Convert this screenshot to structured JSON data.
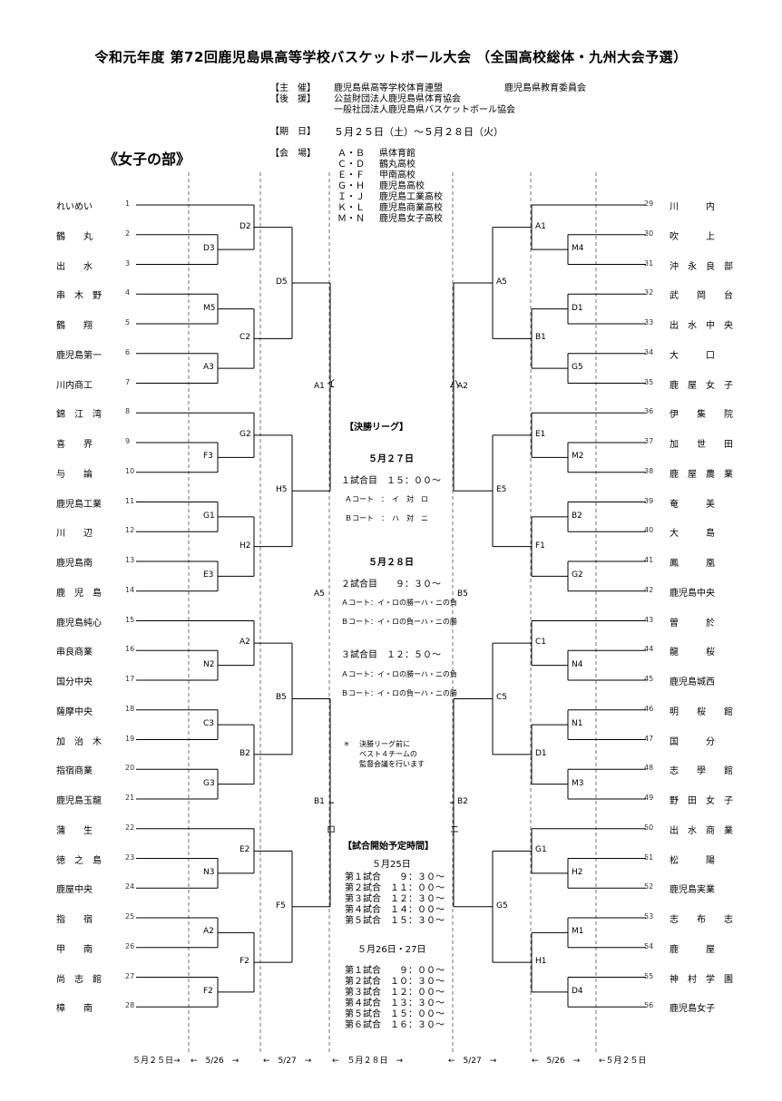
{
  "title": "令和元年度 第72回鹿児島県高等学校バスケットボール大会 （全国高校総体・九州大会予選）",
  "organizers": {
    "host_label": "【主　催】",
    "host_1": "鹿児島県高等学校体育連盟",
    "host_2": "鹿児島県教育委員会",
    "support_label": "【後　援】",
    "support_1": "公益財団法人鹿児島県体育協会",
    "support_2": "一般社団法人鹿児島県バスケットボール協会"
  },
  "period": {
    "label": "【期　日】",
    "value": "５月２５日（土）～５月２８日（火）"
  },
  "venues": {
    "label": "【会　場】",
    "items": [
      {
        "courts": "Ａ・Ｂ",
        "name": "県体育館"
      },
      {
        "courts": "Ｃ・Ｄ",
        "name": "鶴丸高校"
      },
      {
        "courts": "Ｅ・Ｆ",
        "name": "甲南高校"
      },
      {
        "courts": "Ｇ・Ｈ",
        "name": "鹿児島高校"
      },
      {
        "courts": "Ｉ・Ｊ",
        "name": "鹿児島工業高校"
      },
      {
        "courts": "Ｋ・Ｌ",
        "name": "鹿児島商業高校"
      },
      {
        "courts": "Ｍ・Ｎ",
        "name": "鹿児島女子高校"
      }
    ]
  },
  "section_title": "《女子の部》",
  "left_teams": [
    {
      "name": "れいめい",
      "seed": "1"
    },
    {
      "name": "鶴　　丸",
      "seed": "2"
    },
    {
      "name": "出　　水",
      "seed": "3"
    },
    {
      "name": "串　木　野",
      "seed": "4"
    },
    {
      "name": "鶴　　翔",
      "seed": "5"
    },
    {
      "name": "鹿児島第一",
      "seed": "6"
    },
    {
      "name": "川内商工",
      "seed": "7"
    },
    {
      "name": "錦　江　湾",
      "seed": "8"
    },
    {
      "name": "喜　　界",
      "seed": "9"
    },
    {
      "name": "与　　論",
      "seed": "10"
    },
    {
      "name": "鹿児島工業",
      "seed": "11"
    },
    {
      "name": "川　　辺",
      "seed": "12"
    },
    {
      "name": "鹿児島南",
      "seed": "13"
    },
    {
      "name": "鹿　児　島",
      "seed": "14"
    },
    {
      "name": "鹿児島純心",
      "seed": "15"
    },
    {
      "name": "串良商業",
      "seed": "16"
    },
    {
      "name": "国分中央",
      "seed": "17"
    },
    {
      "name": "薩摩中央",
      "seed": "18"
    },
    {
      "name": "加　治　木",
      "seed": "19"
    },
    {
      "name": "指宿商業",
      "seed": "20"
    },
    {
      "name": "鹿児島玉龍",
      "seed": "21"
    },
    {
      "name": "蒲　　生",
      "seed": "22"
    },
    {
      "name": "徳　之　島",
      "seed": "23"
    },
    {
      "name": "鹿屋中央",
      "seed": "24"
    },
    {
      "name": "指　　宿",
      "seed": "25"
    },
    {
      "name": "甲　　南",
      "seed": "26"
    },
    {
      "name": "尚　志　館",
      "seed": "27"
    },
    {
      "name": "樟　　南",
      "seed": "28"
    }
  ],
  "right_teams": [
    {
      "name": "川　　　内",
      "seed": "29"
    },
    {
      "name": "吹　　　上",
      "seed": "30"
    },
    {
      "name": "沖　永　良　部",
      "seed": "31"
    },
    {
      "name": "武　　岡　　台",
      "seed": "32"
    },
    {
      "name": "出　水　中　央",
      "seed": "33"
    },
    {
      "name": "大　　　口",
      "seed": "34"
    },
    {
      "name": "鹿　屋　女　子",
      "seed": "35"
    },
    {
      "name": "伊　　集　　院",
      "seed": "36"
    },
    {
      "name": "加　　世　　田",
      "seed": "37"
    },
    {
      "name": "鹿　屋　農　業",
      "seed": "38"
    },
    {
      "name": "奄　　　美",
      "seed": "39"
    },
    {
      "name": "大　　　島",
      "seed": "40"
    },
    {
      "name": "鳳　　　凰",
      "seed": "41"
    },
    {
      "name": "鹿児島中央",
      "seed": "42"
    },
    {
      "name": "曽　　　於",
      "seed": "43"
    },
    {
      "name": "龍　　　桜",
      "seed": "44"
    },
    {
      "name": "鹿児島城西",
      "seed": "45"
    },
    {
      "name": "明　　桜　　館",
      "seed": "46"
    },
    {
      "name": "国　　　分",
      "seed": "47"
    },
    {
      "name": "志　　學　　館",
      "seed": "48"
    },
    {
      "name": "野　田　女　子",
      "seed": "49"
    },
    {
      "name": "出　水　商　業",
      "seed": "50"
    },
    {
      "name": "松　　　陽",
      "seed": "51"
    },
    {
      "name": "鹿児島実業",
      "seed": "52"
    },
    {
      "name": "志　　布　　志",
      "seed": "53"
    },
    {
      "name": "鹿　　　屋",
      "seed": "54"
    },
    {
      "name": "神　村　学　園",
      "seed": "55"
    },
    {
      "name": "鹿児島女子",
      "seed": "56"
    }
  ],
  "left_codes": {
    "r1": [
      "D3",
      "M5",
      "A3",
      "F3",
      "G1",
      "E3",
      "N2",
      "C3",
      "G3",
      "N3",
      "A2",
      "F2"
    ],
    "r2": [
      "D2",
      "C2",
      "G2",
      "H2",
      "A2",
      "B2",
      "E2",
      "F2"
    ],
    "r3": [
      "D5",
      "H5",
      "B5",
      "F5"
    ],
    "r4": [
      "A1",
      "B1"
    ],
    "r5": "A5"
  },
  "right_codes": {
    "r1": [
      "M4",
      "D1",
      "G5",
      "M2",
      "B2",
      "G2",
      "N4",
      "N1",
      "M3",
      "H2",
      "M1",
      "D4"
    ],
    "r2": [
      "A1",
      "B1",
      "E1",
      "F1",
      "C1",
      "D1",
      "G1",
      "H1"
    ],
    "r3": [
      "A5",
      "E5",
      "C5",
      "G5"
    ],
    "r4": [
      "A2",
      "B2"
    ],
    "r5": "B5"
  },
  "pool_marks": {
    "top_left": "イ",
    "top_right": "ハ",
    "bottom_left": "ロ",
    "bottom_right": "ニ"
  },
  "final_league": {
    "title": "【決勝リーグ】",
    "day1": "５月２７日",
    "day1_game1": "１試合目　１５：００～",
    "day1_a": "Ａコート　：　イ　対　ロ",
    "day1_b": "Ｂコート　：　ハ　対　ニ",
    "day2": "５月２８日",
    "day2_game2": "２試合目　　９：３０～",
    "day2_g2a": "Ａコート：イ・ロの勝ーハ・ニの負",
    "day2_g2b": "Ｂコート：イ・ロの負ーハ・ニの勝",
    "day2_game3": "３試合目　１２：５０～",
    "day2_g3a": "Ａコート：イ・ロの勝ーハ・ニの負",
    "day2_g3b": "Ｂコート：イ・ロの負ーハ・ニの勝",
    "note_star": "＊",
    "note_1": "決勝リーグ前に",
    "note_2": "ベスト４チームの",
    "note_3": "監督会議を行います"
  },
  "schedule": {
    "title": "【試合開始予定時間】",
    "day1": "５月25日",
    "day1_times": [
      "第１試合　　９：３０～",
      "第２試合　１１：００～",
      "第３試合　１２：３０～",
      "第４試合　１４：００～",
      "第５試合　１５：３０～"
    ],
    "day2": "５月26日・27日",
    "day2_times": [
      "第１試合　　９：００～",
      "第２試合　１０：３０～",
      "第３試合　１２：００～",
      "第４試合　１３：３０～",
      "第５試合　１５：００～",
      "第６試合　１６：３０～"
    ]
  },
  "footer": [
    "５月２５日→",
    "←　5/26　→",
    "←　5/27　→",
    "←　５月２８日　→",
    "←　5/27　→",
    "←　5/26　→",
    "←５月２５日"
  ]
}
